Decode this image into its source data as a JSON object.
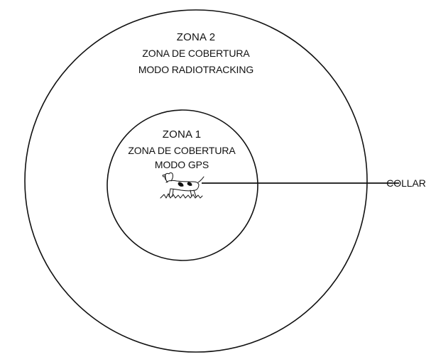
{
  "diagram": {
    "zone2": {
      "title": "ZONA 2",
      "line1": "ZONA DE COBERTURA",
      "line2": "MODO RADIOTRACKING"
    },
    "zone1": {
      "title": "ZONA 1",
      "line1": "ZONA DE COBERTURA",
      "line2": "MODO GPS"
    },
    "callout": {
      "label": "COLLAR"
    },
    "icons": {
      "dog": "pointer-dog-icon"
    },
    "colors": {
      "stroke": "#111111",
      "background": "#ffffff"
    }
  }
}
